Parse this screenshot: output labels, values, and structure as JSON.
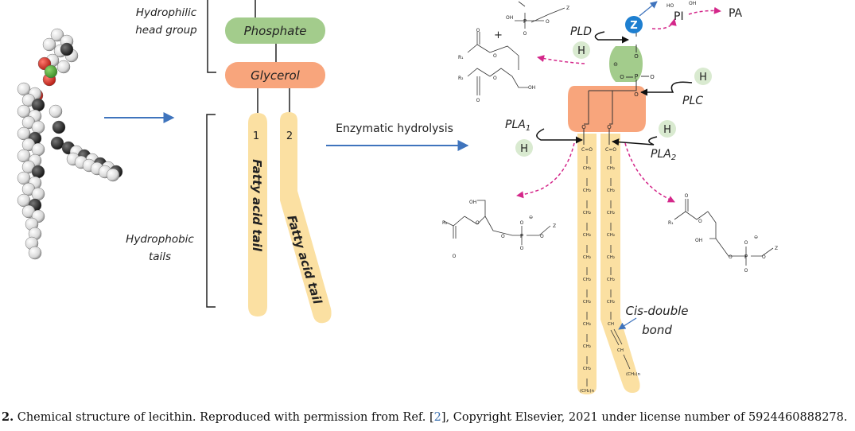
{
  "labels": {
    "hydrophilic_head_group": [
      "Hydrophilic",
      "head group"
    ],
    "phosphate": "Phosphate",
    "glycerol": "Glycerol",
    "hydrophobic_tails": [
      "Hydrophobic",
      "tails"
    ],
    "tail1_number": "1",
    "tail2_number": "2",
    "fatty_acid_tail_1": "Fatty acid tail",
    "fatty_acid_tail_2": "Fatty acid tail",
    "enzymatic_hydrolysis": "Enzymatic hydrolysis",
    "cis_double_bond": [
      "Cis-double",
      "bond"
    ],
    "pld": "PLD",
    "plc": "PLC",
    "pla1_main": "PLA",
    "pla1_sub": "1",
    "pla2_main": "PLA",
    "pla2_sub": "2",
    "pi": "PI",
    "pa": "PA",
    "z": "Z",
    "h": "H",
    "plus": "+"
  },
  "chem": {
    "oh": "OH",
    "ho": "HO",
    "o": "O",
    "p": "P",
    "z": "Z",
    "r1": "R₁",
    "r2": "R₂",
    "theta": "⊖",
    "c_eq_o": "C=O",
    "ch2": "CH₂",
    "ch": "CH",
    "ch2n": "(CH₂)n"
  },
  "caption": {
    "number": "2.",
    "text_before_ref": "Chemical structure of lecithin. Reproduced with permission from Ref. [",
    "ref": "2",
    "text_after_ref": "], Copyright Elsevier, 2021 under license number of 5924460888278."
  },
  "colors": {
    "phosphate_green": "#a3cc8c",
    "glycerol_orange": "#f8a57c",
    "tail_yellow": "#fbe0a2",
    "arrow_blue": "#3f74bd",
    "enzyme_arrow_magenta": "#d4278a",
    "z_blue": "#1e7fd0",
    "h_green_bg": "#d9ead0"
  }
}
